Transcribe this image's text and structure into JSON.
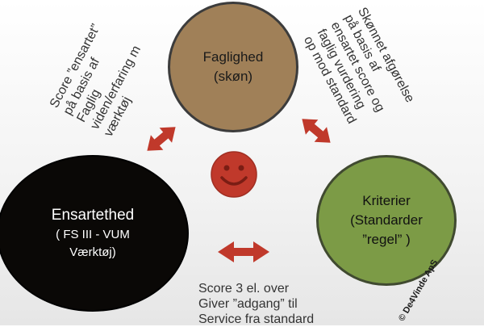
{
  "circles": {
    "faglighed": {
      "line1": "Faglighed",
      "line2": "(skøn)"
    },
    "ensartethed": {
      "line1": "Ensartethed",
      "line2": "( FS III - VUM",
      "line3": "Værktøj)"
    },
    "kriterier": {
      "line1": "Kriterier",
      "line2": "(Standarder",
      "line3": "”regel” )"
    }
  },
  "notes": {
    "left": [
      "Score ”ensartet”",
      "på basis af",
      "Faglig",
      "viden/erfaring m",
      "værktøj"
    ],
    "right": [
      "Skønnet afgørelse",
      "på basis af",
      "ensartet score og",
      "faglig vurdering",
      "op mod standard"
    ],
    "bottom": [
      "Score  3 el. over",
      "Giver ”adgang” til",
      "Service fra standard"
    ]
  },
  "copyright": "© De4Vinde ApS",
  "colors": {
    "faglighed": "#a08058",
    "ensartethed": "#0a0806",
    "kriterier": "#7c9b46",
    "arrow": "#c0392b",
    "smiley": "#c0392b"
  }
}
